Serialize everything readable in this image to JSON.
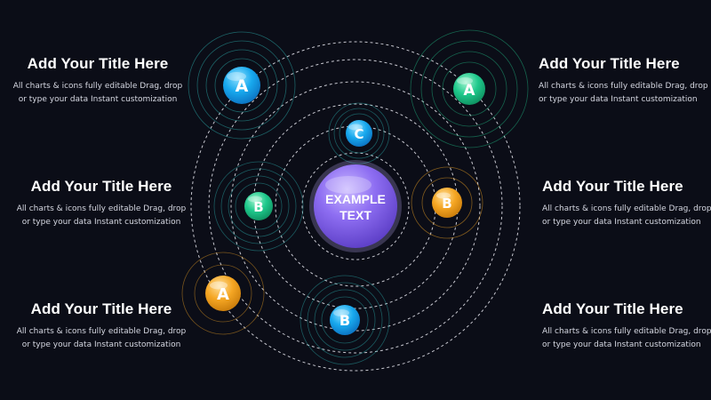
{
  "center": {
    "line1": "EXAMPLE",
    "line2": "TEXT",
    "color": "#8b6cf0"
  },
  "blocks": [
    {
      "title": "Add Your Title Here",
      "body_line1": "All charts & icons fully editable Drag, drop",
      "body_line2": "or type your data Instant customization"
    },
    {
      "title": "Add Your Title Here",
      "body_line1": "All charts & icons fully editable Drag, drop",
      "body_line2": "or type your data Instant customization"
    },
    {
      "title": "Add Your Title Here",
      "body_line1": "All charts & icons fully editable Drag, drop",
      "body_line2": "or type your data Instant customization"
    },
    {
      "title": "Add Your Title Here",
      "body_line1": "All charts & icons fully editable Drag, drop",
      "body_line2": "or type your data Instant customization"
    },
    {
      "title": "Add Your Title Here",
      "body_line1": "All charts & icons fully editable Drag, drop",
      "body_line2": "or type your data Instant customization"
    },
    {
      "title": "Add Your Title Here",
      "body_line1": "All charts & icons fully editable Drag, drop",
      "body_line2": "or type your data Instant customization"
    }
  ],
  "nodes": [
    {
      "label": "A",
      "color": "#1ba8ee"
    },
    {
      "label": "A",
      "color": "#22c98e"
    },
    {
      "label": "C",
      "color": "#1ba8ee"
    },
    {
      "label": "B",
      "color": "#22c98e"
    },
    {
      "label": "B",
      "color": "#f5a623"
    },
    {
      "label": "A",
      "color": "#f5a623"
    },
    {
      "label": "B",
      "color": "#1ba8ee"
    }
  ]
}
